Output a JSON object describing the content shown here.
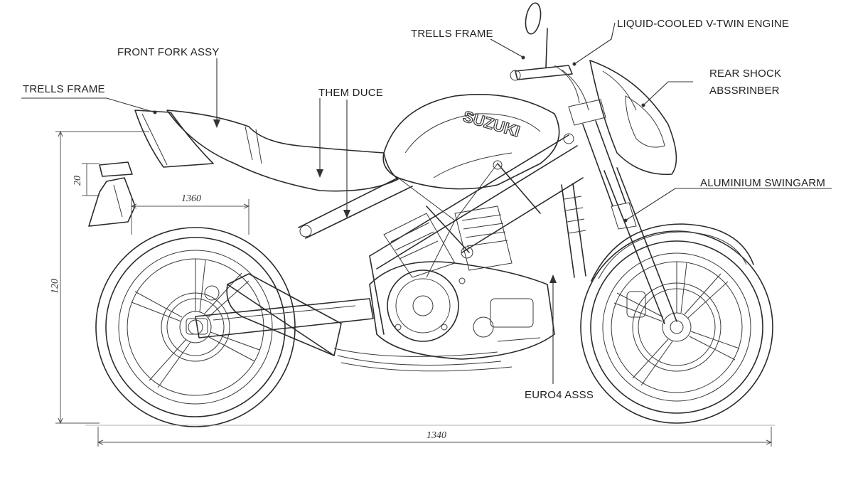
{
  "brand": "SUZUKI",
  "callouts": {
    "front_fork": "FRONT FORK ASSY",
    "trells_frame_left": "TRELLS FRAME",
    "trells_frame_top": "TRELLS FRAME",
    "them_duce": "THEM DUCE",
    "engine": "LIQUID-COOLED V-TWIN ENGINE",
    "rear_shock_line1": "REAR SHOCK",
    "rear_shock_line2": "ABSSRINBER",
    "swingarm": "ALUMINIUM SWINGARM",
    "euro4": "EURO4 ASSS"
  },
  "dimensions": {
    "seat_height": "20",
    "wheelbase_upper": "1360",
    "overall_height": "120",
    "overall_length": "1340"
  },
  "colors": {
    "line": "#2b2b2b",
    "background": "#ffffff"
  }
}
